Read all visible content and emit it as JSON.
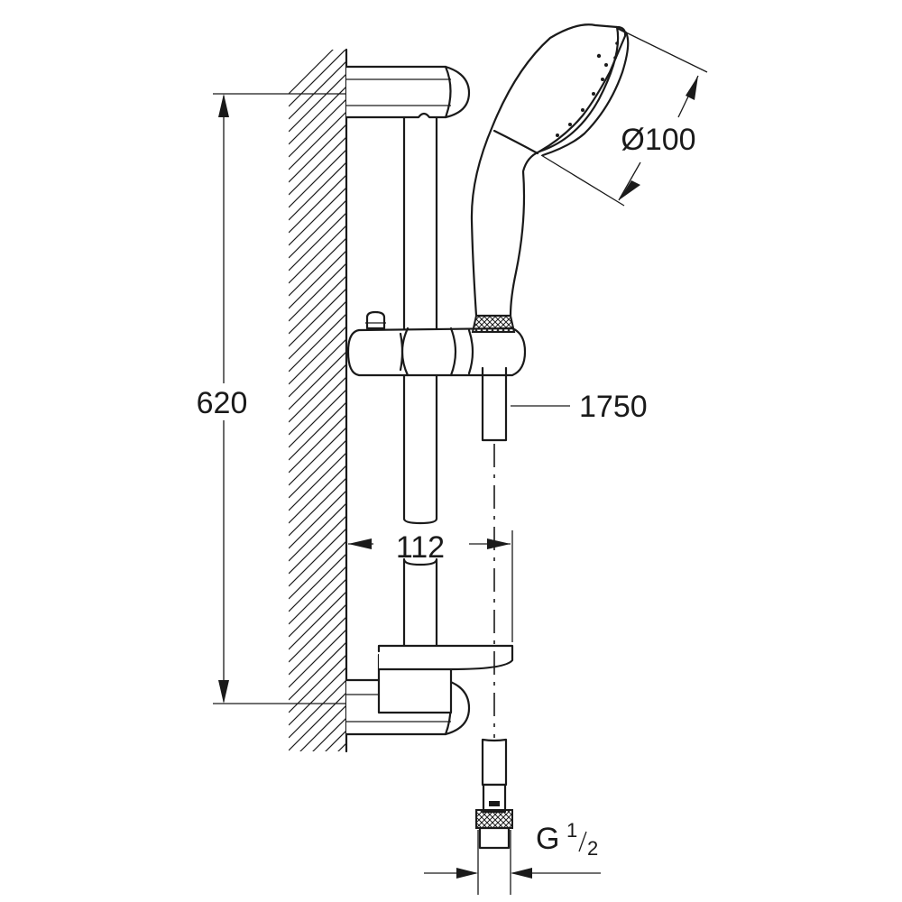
{
  "dimensions": {
    "height": "620",
    "spacing": "112",
    "head_diameter": "Ø100",
    "hose_length": "1750",
    "thread_main": "G",
    "thread_num": "1",
    "thread_den": "2"
  }
}
